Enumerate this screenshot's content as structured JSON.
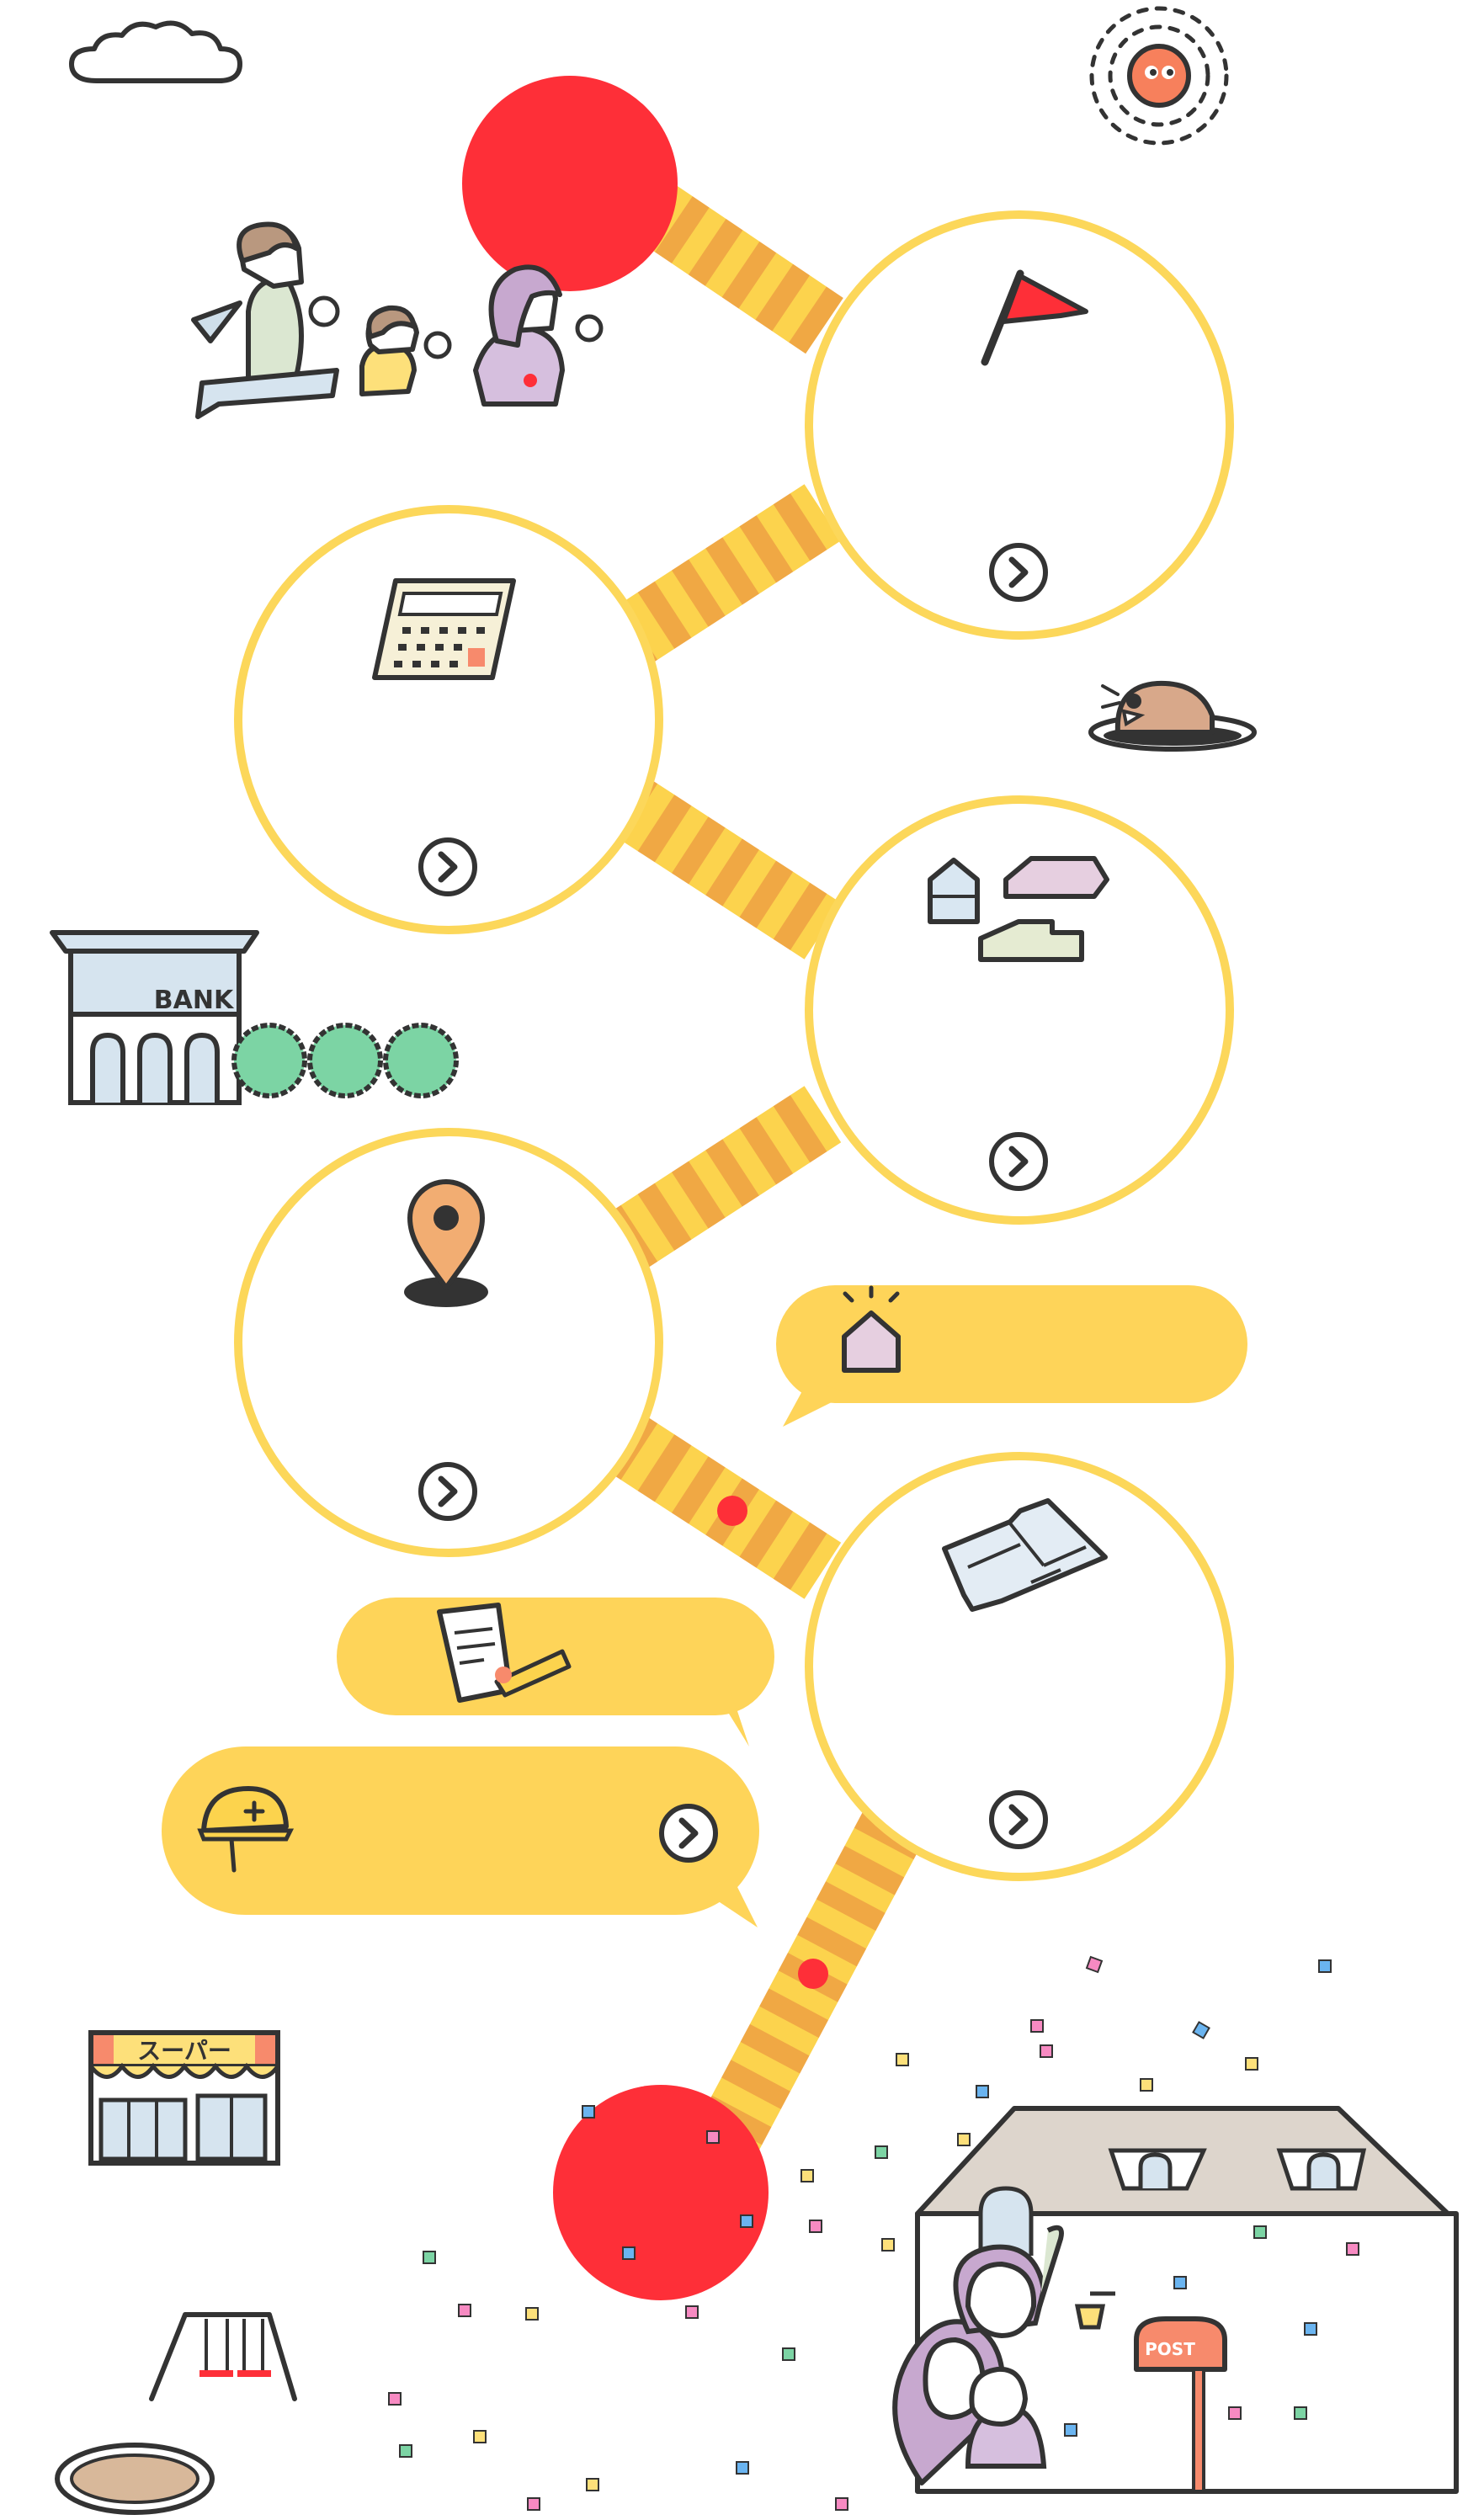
{
  "page": {
    "background": "#ffffff"
  },
  "colors": {
    "track_yellow": "#fcd34d",
    "track_orange": "#f0a844",
    "circle_stroke": "#fcd75a",
    "start_red": "#fe2f38",
    "bubble_yellow": "#fed459",
    "outline": "#333333"
  },
  "steps": [
    {
      "id": "step-1",
      "icon": "red-flag-icon"
    },
    {
      "id": "step-2",
      "icon": "calculator-icon"
    },
    {
      "id": "step-3",
      "icon": "houses-lots-icon"
    },
    {
      "id": "step-4",
      "icon": "location-pin-icon"
    },
    {
      "id": "step-5",
      "icon": "floor-plan-icon"
    }
  ],
  "bubbles": [
    {
      "id": "bubble-house",
      "icon": "house-sparkle-icon",
      "has_arrow": false
    },
    {
      "id": "bubble-contract",
      "icon": "contract-pen-icon",
      "has_arrow": false
    },
    {
      "id": "bubble-construction",
      "icon": "hard-hat-icon",
      "has_arrow": true
    }
  ],
  "markers": {
    "start": "start-marker",
    "goal": "goal-marker"
  },
  "scenery": {
    "bank_sign": "BANK",
    "supermarket_sign": "スーパー",
    "post_sign": "POST"
  }
}
